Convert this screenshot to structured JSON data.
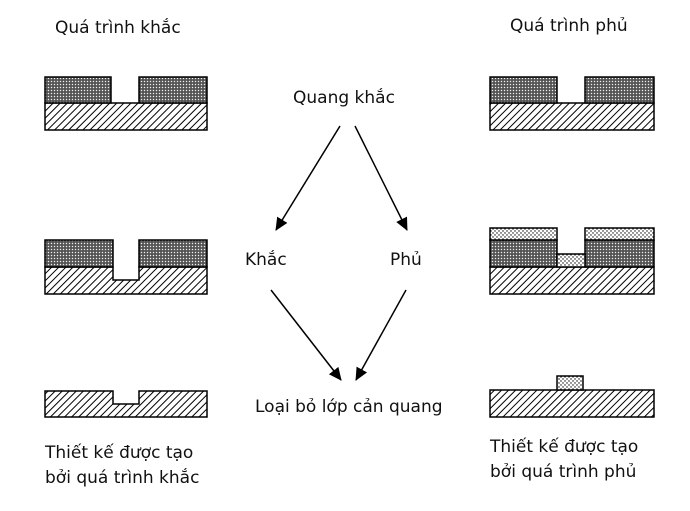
{
  "titles": {
    "etch": "Quá trình khắc",
    "deposit": "Quá trình phủ"
  },
  "center": {
    "top": "Quang khắc",
    "left": "Khắc",
    "right": "Phủ",
    "bottom": "Loại bỏ lớp cản quang"
  },
  "captions": {
    "etch_line1": "Thiết kế được tạo",
    "etch_line2": "bởi quá trình khắc",
    "deposit_line1": "Thiết kế được tạo",
    "deposit_line2": "bởi quá trình phủ"
  },
  "colors": {
    "stroke": "#000000",
    "background": "#ffffff"
  }
}
